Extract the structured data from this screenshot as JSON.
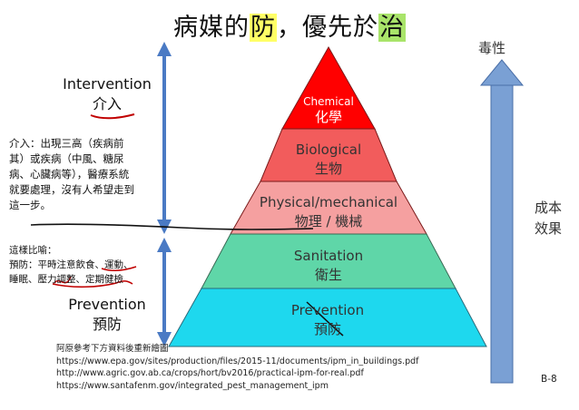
{
  "title": {
    "part1": "病媒的",
    "part2": "防",
    "part3": "，優先於",
    "part4": "治",
    "highlight_1_color": "#ffff66",
    "highlight_2_color": "#a9e46a"
  },
  "pyramid": {
    "tiers": [
      {
        "en": "Chemical",
        "zh": "化學",
        "color": "#ff0000"
      },
      {
        "en": "Biological",
        "zh": "生物",
        "color": "#f25c5c"
      },
      {
        "en": "Physical/mechanical",
        "zh": "物理 / 機械",
        "color": "#f5a0a0"
      },
      {
        "en": "Sanitation",
        "zh": "衛生",
        "color": "#5fd6a8"
      },
      {
        "en": "Prevention",
        "zh": "預防",
        "color": "#1ed8ee"
      }
    ]
  },
  "left_axis": {
    "intervention_en": "Intervention",
    "intervention_zh": "介入",
    "prevention_en": "Prevention",
    "prevention_zh": "預防",
    "arrow_color": "#4a7ac4"
  },
  "notes": {
    "intervention_lines": [
      "介入：出現三高（疾病前",
      "其）或疾病（中風、糖尿",
      "病、心臟病等），醫療系統",
      "就要處理，沒有人希望走到",
      "這一步。"
    ],
    "examples_lines": [
      "這樣比喻：",
      "預防：平時注意飲食、運動、",
      "睡眠、壓力調整、定期健檢"
    ]
  },
  "right_axis": {
    "toxicity": "毒性",
    "cost_line1": "成本",
    "cost_line2": "效果",
    "arrow_color": "#7aa0d4"
  },
  "references": {
    "intro": "阿原參考下方資料後重新繪圖",
    "links": [
      "https://www.epa.gov/sites/production/files/2015-11/documents/ipm_in_buildings.pdf",
      "http://www.agric.gov.ab.ca/crops/hort/bv2016/practical-ipm-for-real.pdf",
      "https://www.santafenm.gov/integrated_pest_management_ipm"
    ]
  },
  "page_id": "B-8"
}
